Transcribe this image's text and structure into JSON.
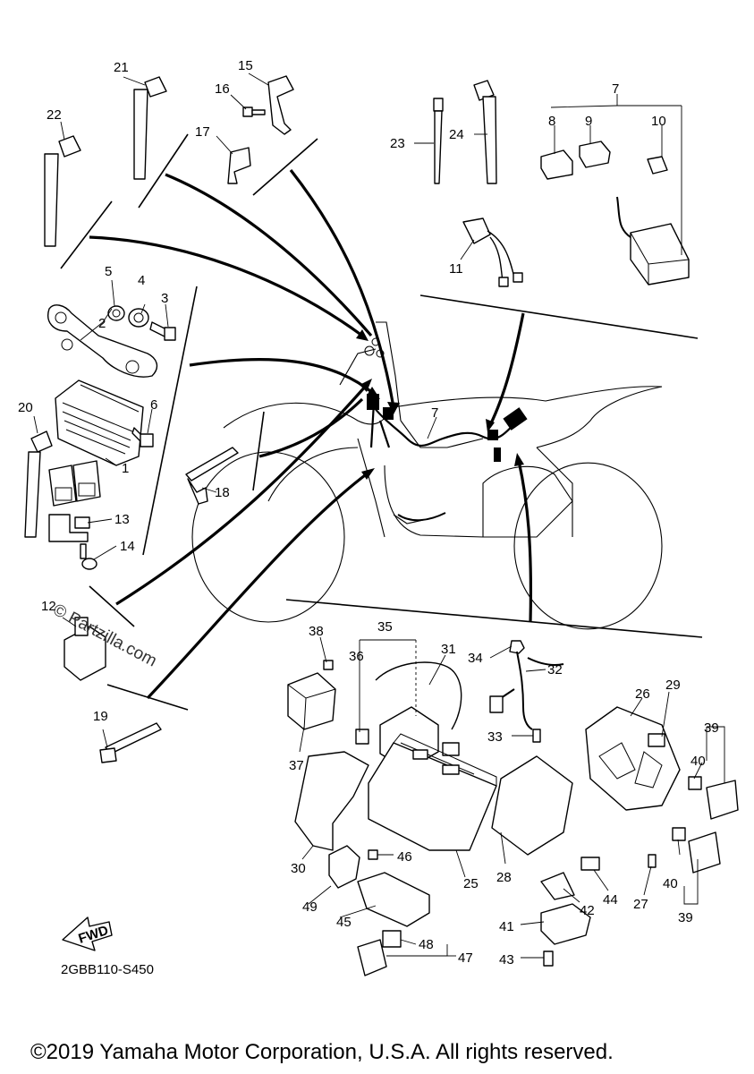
{
  "watermark": "© Partzilla.com",
  "diagram_code": "2GBB110-S450",
  "fwd_label": "FWD",
  "copyright": "©2019 Yamaha Motor Corporation, U.S.A. All rights reserved.",
  "callouts": [
    "1",
    "2",
    "3",
    "4",
    "5",
    "6",
    "7",
    "7",
    "8",
    "9",
    "10",
    "11",
    "12",
    "13",
    "14",
    "15",
    "16",
    "17",
    "18",
    "19",
    "20",
    "21",
    "22",
    "23",
    "24",
    "25",
    "26",
    "27",
    "28",
    "29",
    "30",
    "31",
    "32",
    "33",
    "34",
    "35",
    "36",
    "37",
    "38",
    "39",
    "39",
    "40",
    "40",
    "41",
    "42",
    "43",
    "44",
    "45",
    "46",
    "47",
    "48",
    "49"
  ]
}
